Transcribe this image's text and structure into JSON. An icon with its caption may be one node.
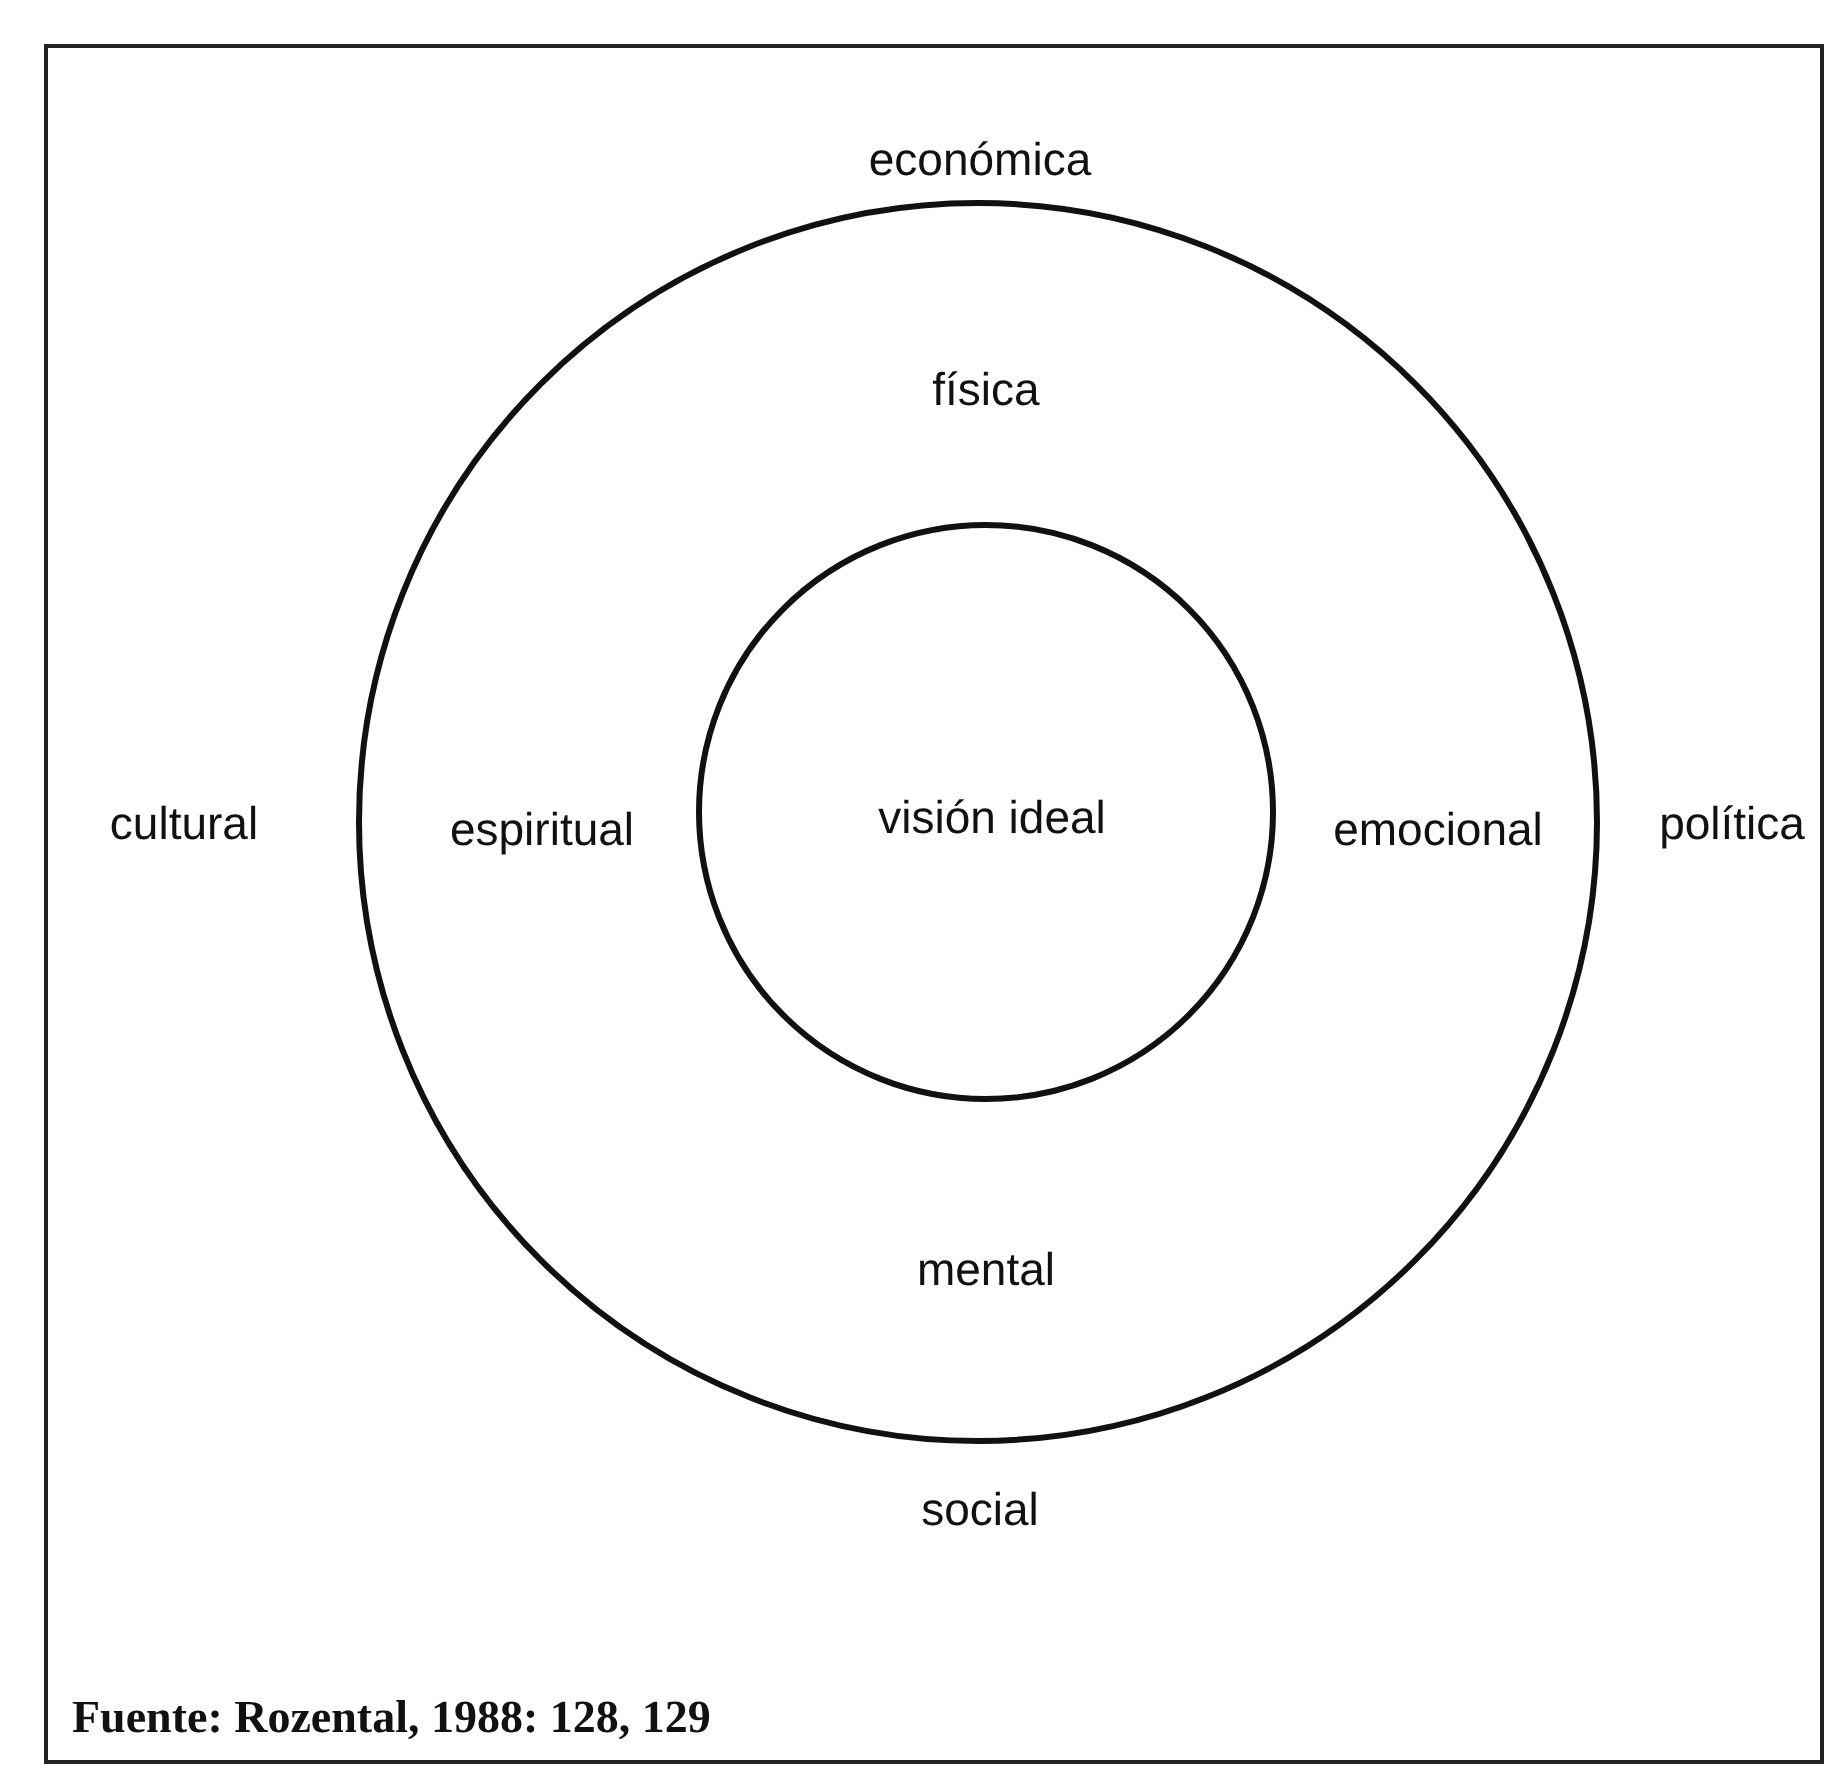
{
  "diagram": {
    "caption": "Fuente: Rozental, 1988: 128, 129",
    "nodes": [
      {
        "text": [
          "física",
          "espiritual",
          "emocional",
          "mental"
        ]
      },
      {
        "text": [
          "visión ideal"
        ],
        "in": 0
      }
    ],
    "labels": [
      "económica",
      "cultural",
      "política",
      "social"
    ]
  }
}
